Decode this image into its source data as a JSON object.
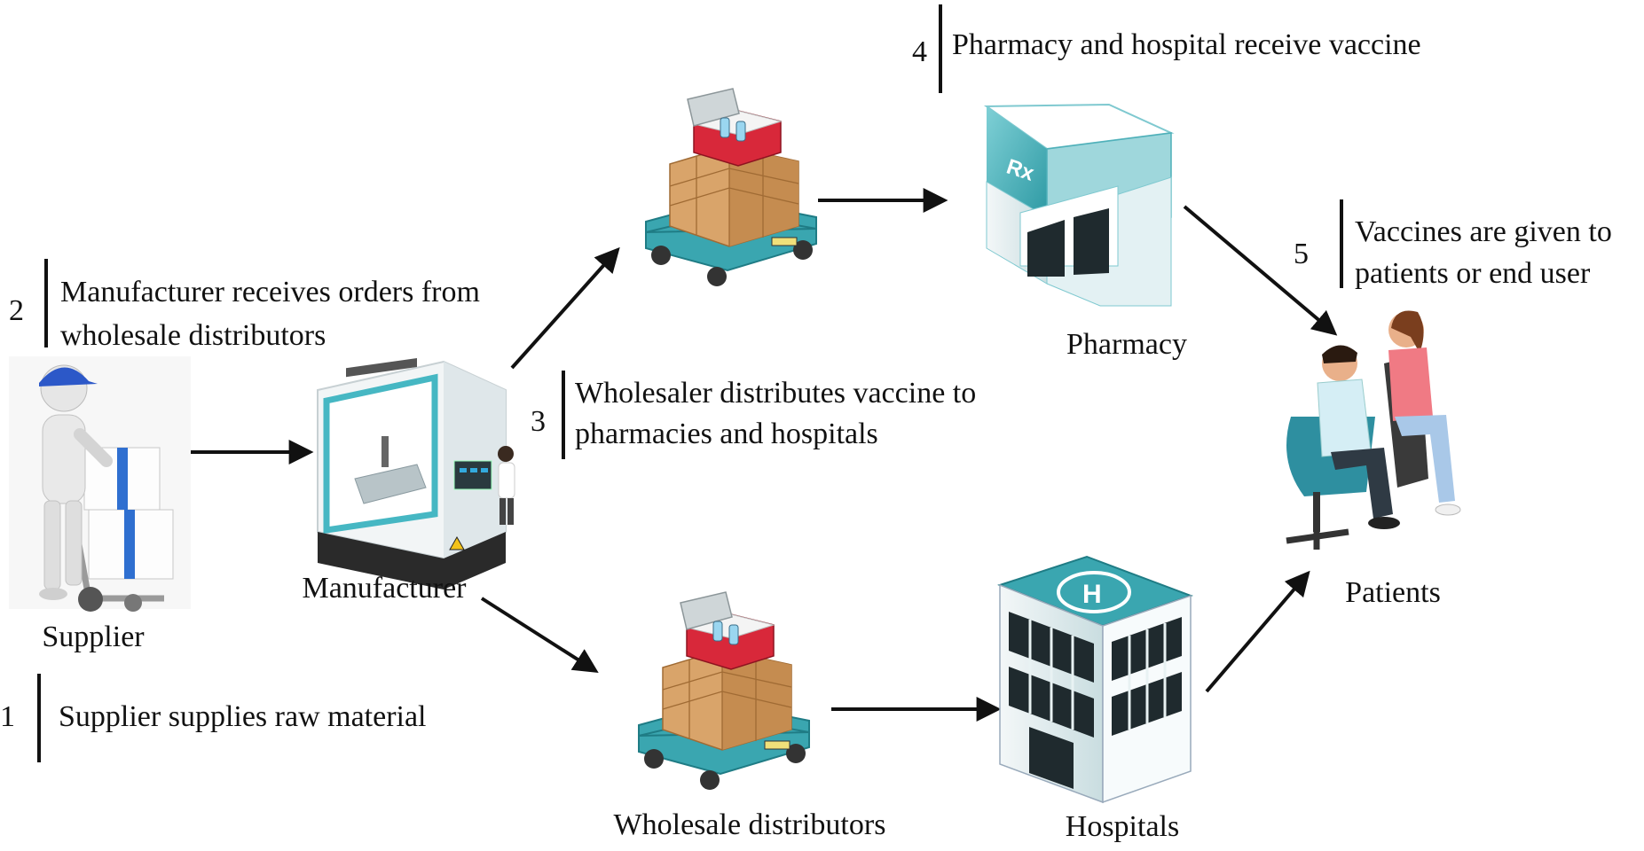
{
  "nodes": {
    "supplier": "Supplier",
    "manufacturer": "Manufacturer",
    "wholesale": "Wholesale distributors",
    "pharmacy": "Pharmacy",
    "hospitals": "Hospitals",
    "patients": "Patients"
  },
  "steps": [
    {
      "num": "1",
      "lines": [
        "Supplier supplies raw material"
      ]
    },
    {
      "num": "2",
      "lines": [
        "Manufacturer receives orders from",
        "wholesale distributors"
      ]
    },
    {
      "num": "3",
      "lines": [
        "Wholesaler distributes vaccine to",
        "pharmacies and hospitals"
      ]
    },
    {
      "num": "4",
      "lines": [
        "Pharmacy and hospital receive vaccine"
      ]
    },
    {
      "num": "5",
      "lines": [
        "Vaccines are given to",
        "patients or end user"
      ]
    }
  ],
  "hospital_sign": "H",
  "pharmacy_sign": "Rx",
  "colors": {
    "teal": "#3aa6b0",
    "teal_dark": "#1f7c85",
    "box": "#d9a46a",
    "cooler_red": "#d8283a",
    "arrow": "#111111"
  }
}
